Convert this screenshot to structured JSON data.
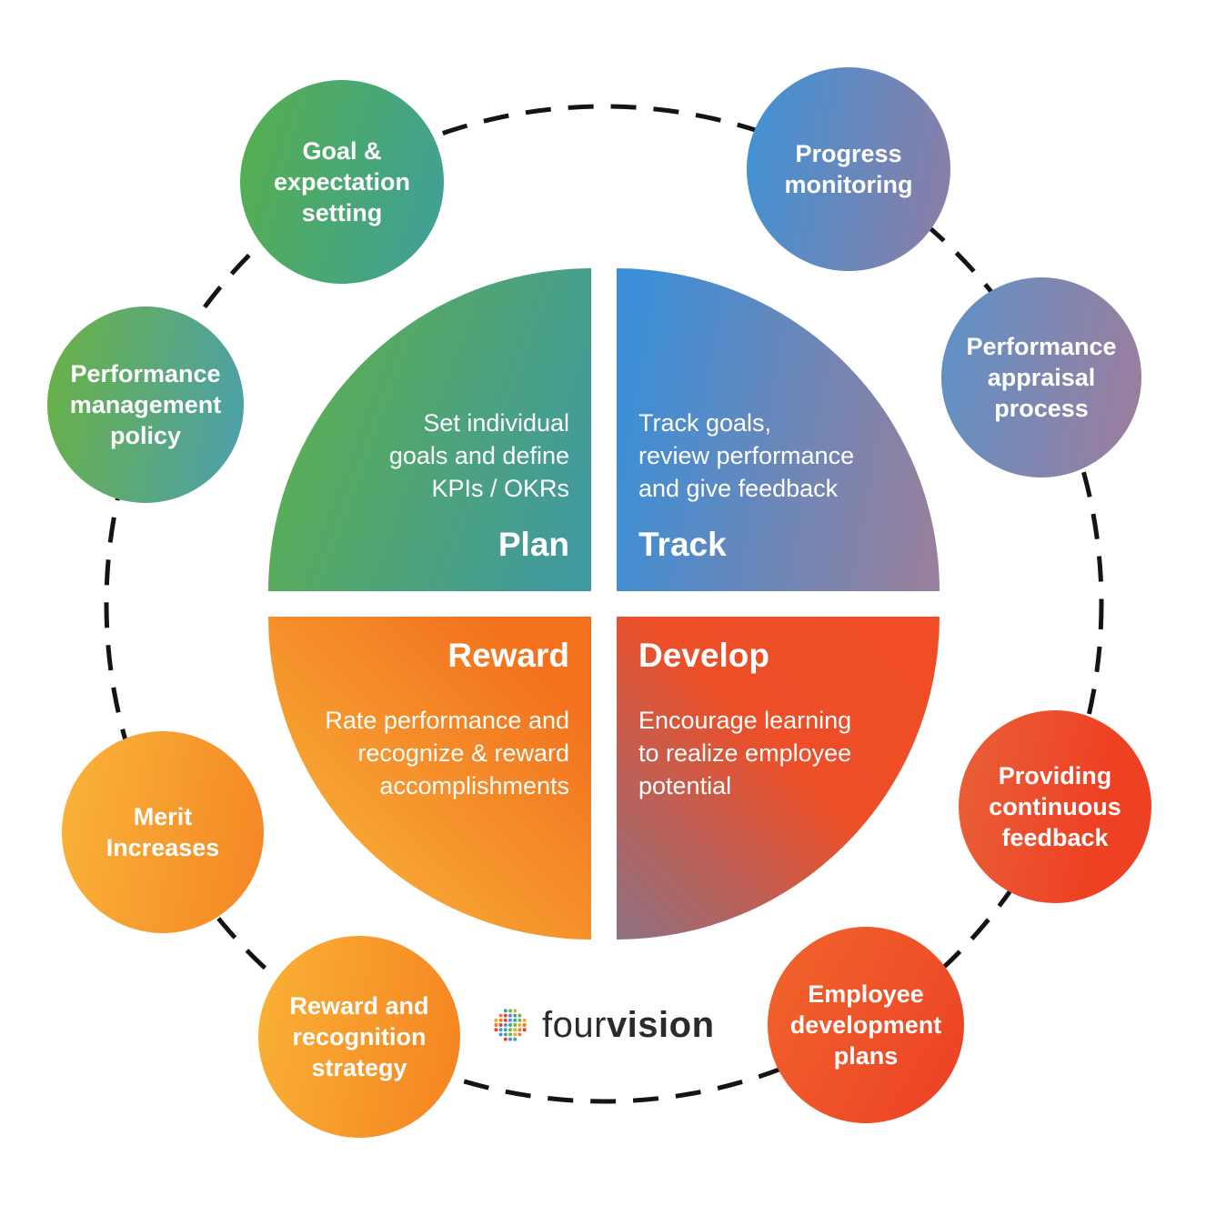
{
  "wheel": {
    "plan": {
      "label": "Plan",
      "description": "Set individual\ngoals and define\nKPIs / OKRs",
      "gradient": [
        "#5fb049",
        "#3f99a0"
      ]
    },
    "track": {
      "label": "Track",
      "description": "Track goals,\nreview performance\nand give feedback",
      "gradient": [
        "#3a8fd8",
        "#96809d"
      ]
    },
    "reward": {
      "label": "Reward",
      "description": "Rate performance and\nrecognize & reward\naccomplishments",
      "gradient": [
        "#f9bc3e",
        "#f3711d"
      ]
    },
    "develop": {
      "label": "Develop",
      "description": "Encourage learning\nto realize employee\npotential",
      "gradient": [
        "#8d7083",
        "#f04c26"
      ]
    }
  },
  "satellites": [
    {
      "id": "goal-expectation-setting",
      "label": "Goal &\nexpectation\nsetting",
      "gradient": [
        "#55b04a",
        "#3f9f9b"
      ]
    },
    {
      "id": "progress-monitoring",
      "label": "Progress\nmonitoring",
      "gradient": [
        "#3f93d6",
        "#8d7da4"
      ]
    },
    {
      "id": "performance-appraisal-process",
      "label": "Performance\nappraisal\nprocess",
      "gradient": [
        "#5d92c8",
        "#9f7c9b"
      ]
    },
    {
      "id": "providing-continuous-feedback",
      "label": "Providing\ncontinuous\nfeedback",
      "gradient": [
        "#e9603a",
        "#ee4124"
      ]
    },
    {
      "id": "employee-development-plans",
      "label": "Employee\ndevelopment\nplans",
      "gradient": [
        "#f1662c",
        "#ec3f25"
      ]
    },
    {
      "id": "reward-recognition-strategy",
      "label": "Reward and\nrecognition\nstrategy",
      "gradient": [
        "#f9b236",
        "#f58220"
      ]
    },
    {
      "id": "merit-increases",
      "label": "Merit\nIncreases",
      "gradient": [
        "#f9b43a",
        "#f58524"
      ]
    },
    {
      "id": "performance-management-policy",
      "label": "Performance\nmanagement\npolicy",
      "gradient": [
        "#6bb243",
        "#4b9fae"
      ]
    }
  ],
  "ring": {
    "color": "#141414"
  },
  "text_color": "#ffffff",
  "logo": {
    "brand_regular": "four",
    "brand_bold": "vision",
    "dot_colors": [
      "#35a79c",
      "#71b544",
      "#f7a823",
      "#f47b20",
      "#ee4023",
      "#4a90d9"
    ]
  }
}
